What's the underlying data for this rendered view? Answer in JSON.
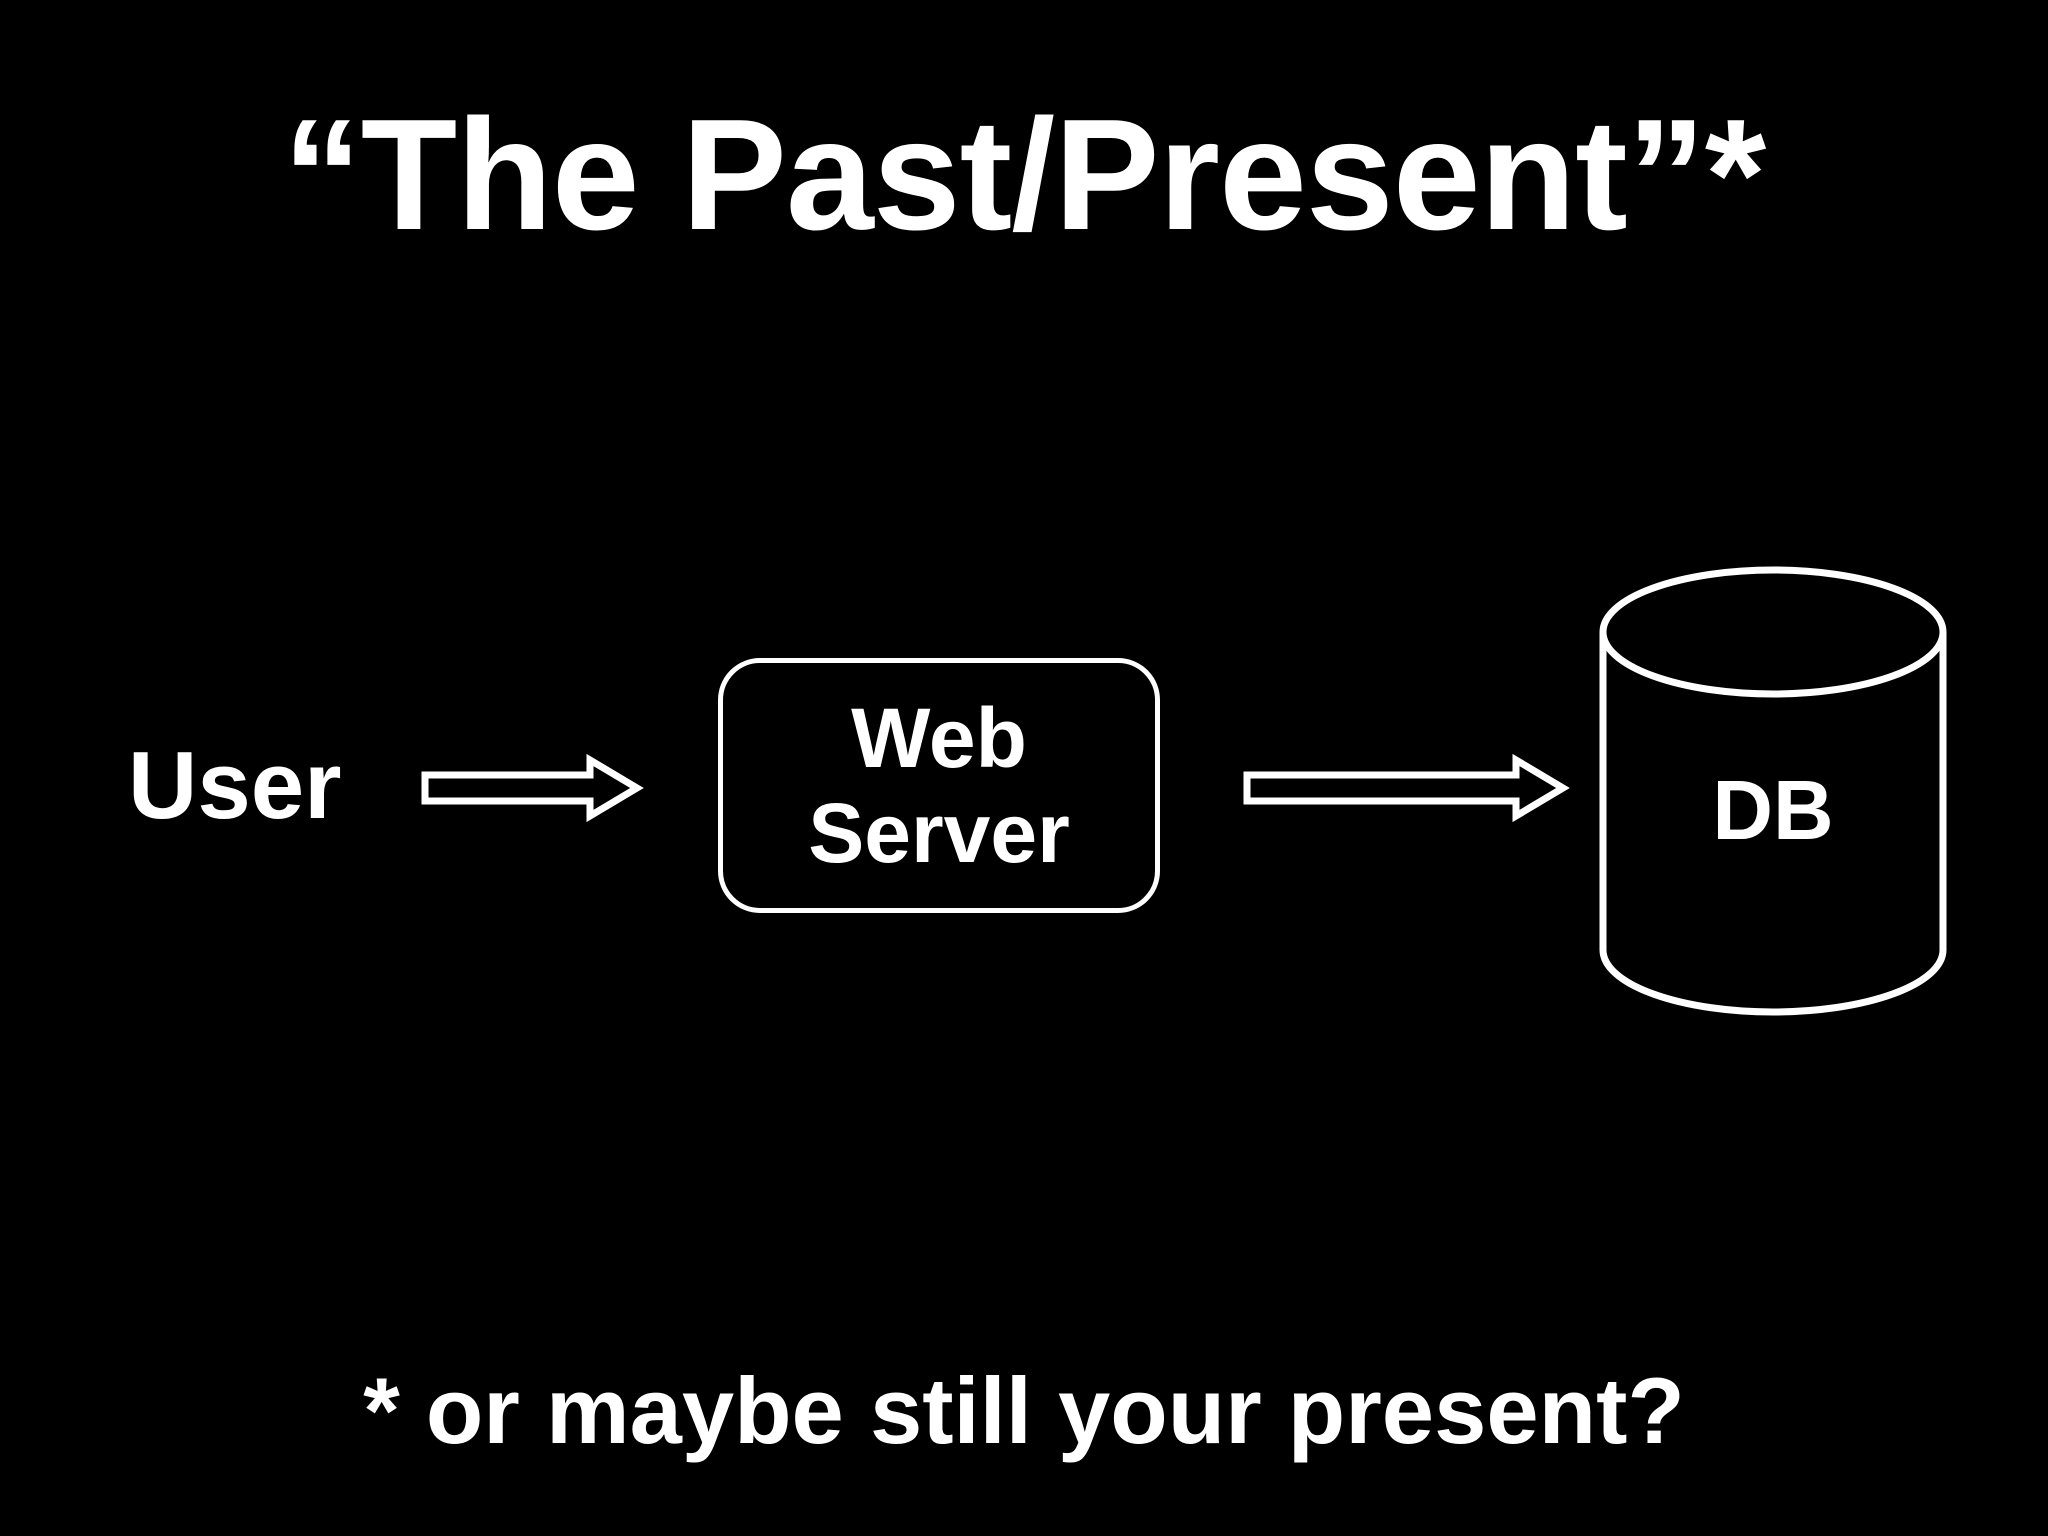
{
  "slide": {
    "background_color": "#000000",
    "text_color": "#ffffff",
    "title": "“The Past/Present”*",
    "footnote": "* or maybe still your present?"
  },
  "diagram": {
    "type": "flow",
    "nodes": [
      {
        "id": "user",
        "label": "User",
        "shape": "text"
      },
      {
        "id": "web-server",
        "label_line1": "Web",
        "label_line2": "Server",
        "shape": "rounded-rectangle"
      },
      {
        "id": "db",
        "label": "DB",
        "shape": "cylinder"
      }
    ],
    "arrows": [
      {
        "id": "user-to-web",
        "from": "user",
        "to": "web-server",
        "style": "hollow-block-arrow",
        "direction": "right"
      },
      {
        "id": "web-to-db",
        "from": "web-server",
        "to": "db",
        "style": "hollow-block-arrow",
        "direction": "right"
      }
    ],
    "stroke_color": "#ffffff"
  }
}
